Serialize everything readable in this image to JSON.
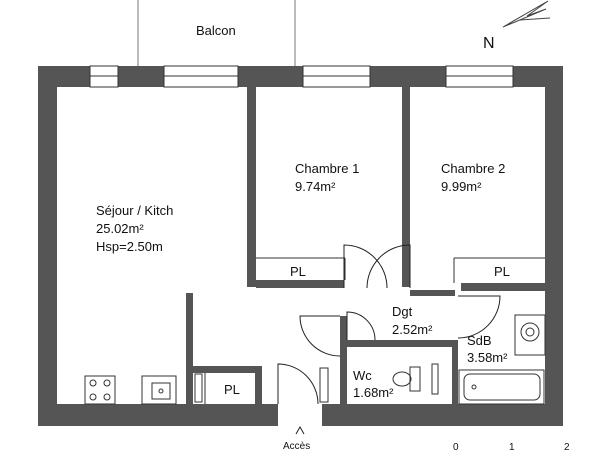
{
  "compass": {
    "label": "N"
  },
  "balcony": {
    "label": "Balcon"
  },
  "rooms": {
    "sejour": {
      "name": "Séjour / Kitch",
      "area": "25.02m²",
      "height": "Hsp=2.50m"
    },
    "chambre1": {
      "name": "Chambre 1",
      "area": "9.74m²"
    },
    "chambre2": {
      "name": "Chambre 2",
      "area": "9.99m²"
    },
    "dgt": {
      "name": "Dgt",
      "area": "2.52m²"
    },
    "sdb": {
      "name": "SdB",
      "area": "3.58m²"
    },
    "wc": {
      "name": "Wc",
      "area": "1.68m²"
    }
  },
  "closets": {
    "chambre1": "PL",
    "chambre2": "PL",
    "entry": "PL"
  },
  "entrance": {
    "label": "Accès"
  },
  "scale": {
    "ticks": [
      "0",
      "1",
      "2"
    ]
  },
  "colors": {
    "wall": "#555555",
    "line": "#222222"
  }
}
